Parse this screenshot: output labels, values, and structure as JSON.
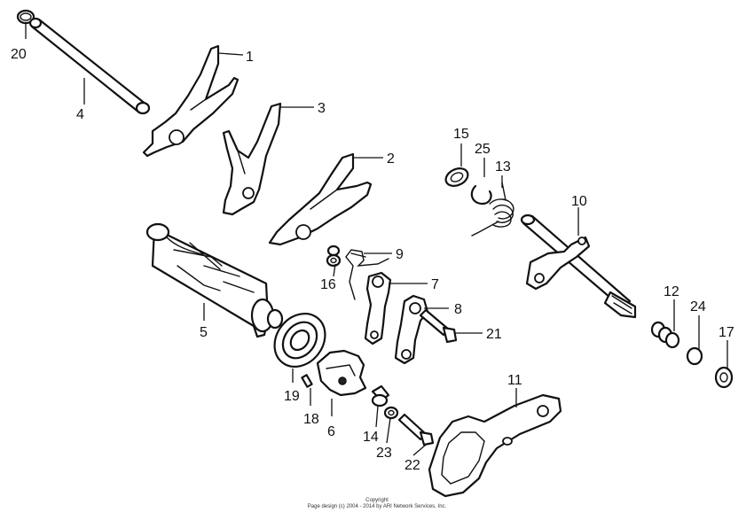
{
  "callouts": {
    "c1": "1",
    "c2": "2",
    "c3": "3",
    "c4": "4",
    "c5": "5",
    "c6": "6",
    "c7": "7",
    "c8": "8",
    "c9": "9",
    "c10": "10",
    "c11": "11",
    "c12": "12",
    "c13": "13",
    "c14": "14",
    "c15": "15",
    "c16": "16",
    "c17": "17",
    "c18": "18",
    "c19": "19",
    "c20": "20",
    "c21": "21",
    "c22": "22",
    "c23": "23",
    "c24": "24",
    "c25": "25"
  },
  "footer": {
    "line1": "Copyright",
    "line2": "Page design (c) 2004 - 2014 by ARI Network Services, Inc."
  }
}
